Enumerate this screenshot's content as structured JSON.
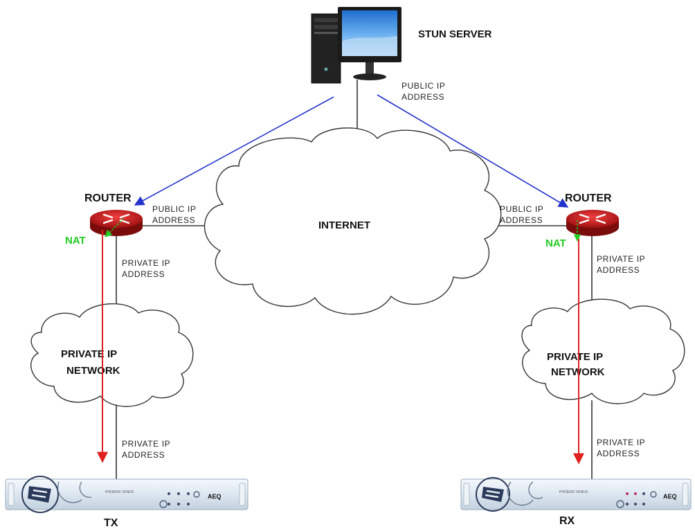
{
  "stun_server": {
    "label": "STUN SERVER",
    "address_line1": "PUBLIC IP",
    "address_line2": "ADDRESS"
  },
  "internet": {
    "label": "INTERNET"
  },
  "left": {
    "router_label": "ROUTER",
    "nat_label": "NAT",
    "public_line1": "PUBLIC IP",
    "public_line2": "ADDRESS",
    "private_top_line1": "PRIVATE IP",
    "private_top_line2": "ADDRESS",
    "network_line1": "PRIVATE IP",
    "network_line2": "NETWORK",
    "private_bottom_line1": "PRIVATE IP",
    "private_bottom_line2": "ADDRESS",
    "device_label": "TX",
    "device_model": "PHOENIX VENUS",
    "device_brand": "AEQ"
  },
  "right": {
    "router_label": "ROUTER",
    "nat_label": "NAT",
    "public_line1": "PUBLIC IP",
    "public_line2": "ADDRESS",
    "private_top_line1": "PRIVATE IP",
    "private_top_line2": "ADDRESS",
    "network_line1": "PRIVATE IP",
    "network_line2": "NETWORK",
    "private_bottom_line1": "PRIVATE IP",
    "private_bottom_line2": "ADDRESS",
    "device_label": "RX",
    "device_model": "PHOENIX VENUS",
    "device_brand": "AEQ"
  },
  "colors": {
    "stun_link": "#2233cc",
    "media_stream": "#e02020",
    "nat": "#22cc22",
    "router": "#cc1f1f"
  }
}
